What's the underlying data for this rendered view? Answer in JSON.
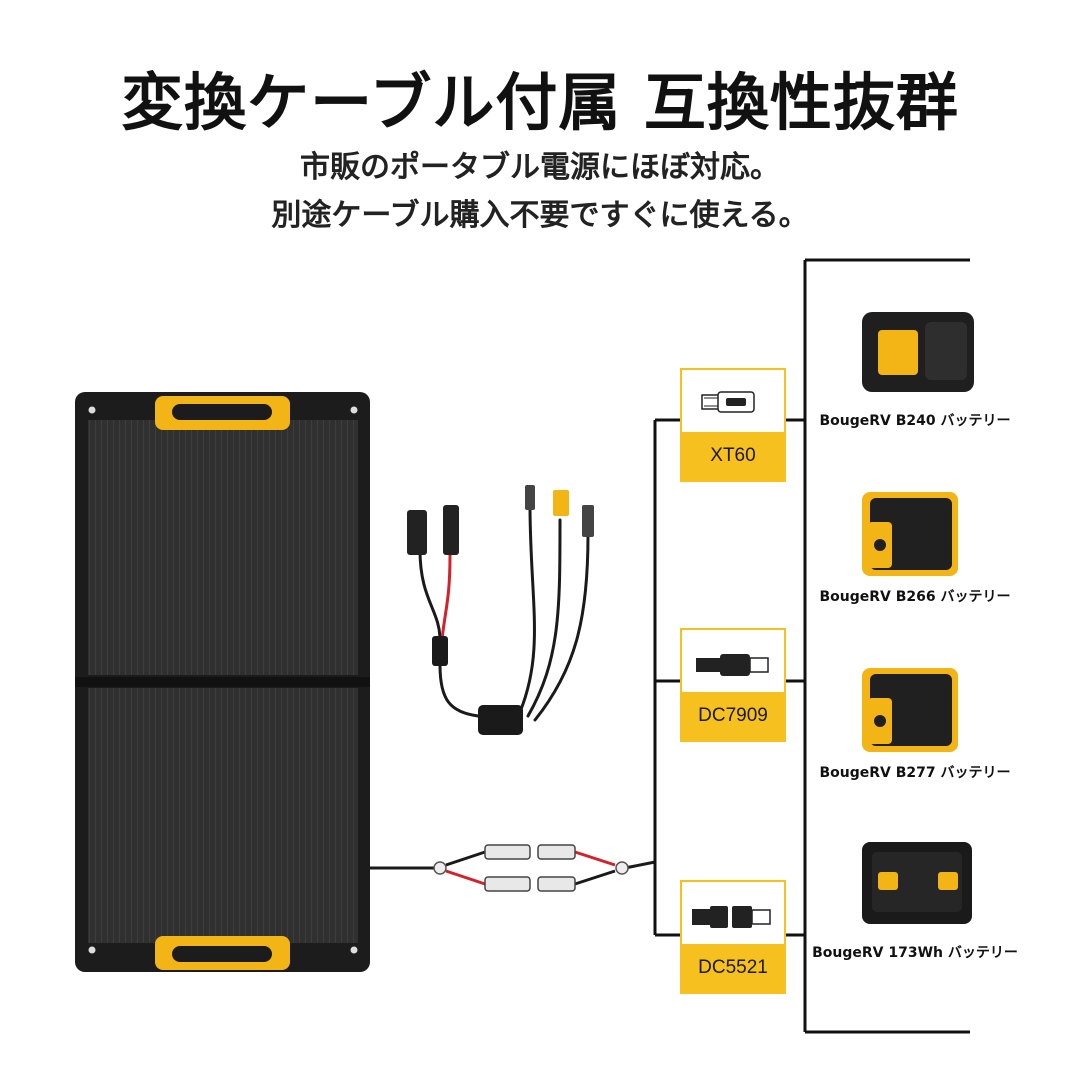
{
  "header": {
    "title": "変換ケーブル付属 互換性抜群",
    "subtitle_line1": "市販のポータブル電源にほぼ対応。",
    "subtitle_line2": "別途ケーブル購入不要ですぐに使える。"
  },
  "connectors": [
    {
      "label": "XT60",
      "icon": "xt60-connector-icon"
    },
    {
      "label": "DC7909",
      "icon": "dc7909-connector-icon"
    },
    {
      "label": "DC5521",
      "icon": "dc5521-connector-icon"
    }
  ],
  "batteries": [
    {
      "label": "BougeRV B240 バッテリー",
      "icon": "battery-b240-icon"
    },
    {
      "label": "BougeRV B266 バッテリー",
      "icon": "battery-b266-icon"
    },
    {
      "label": "BougeRV B277 バッテリー",
      "icon": "battery-b277-icon"
    },
    {
      "label": "BougeRV 173Wh バッテリー",
      "icon": "battery-173wh-icon"
    }
  ],
  "colors": {
    "accent_yellow": "#f6c01e",
    "panel_dark": "#2b2b2b",
    "cable_red": "#d6202a",
    "line_black": "#111111"
  }
}
